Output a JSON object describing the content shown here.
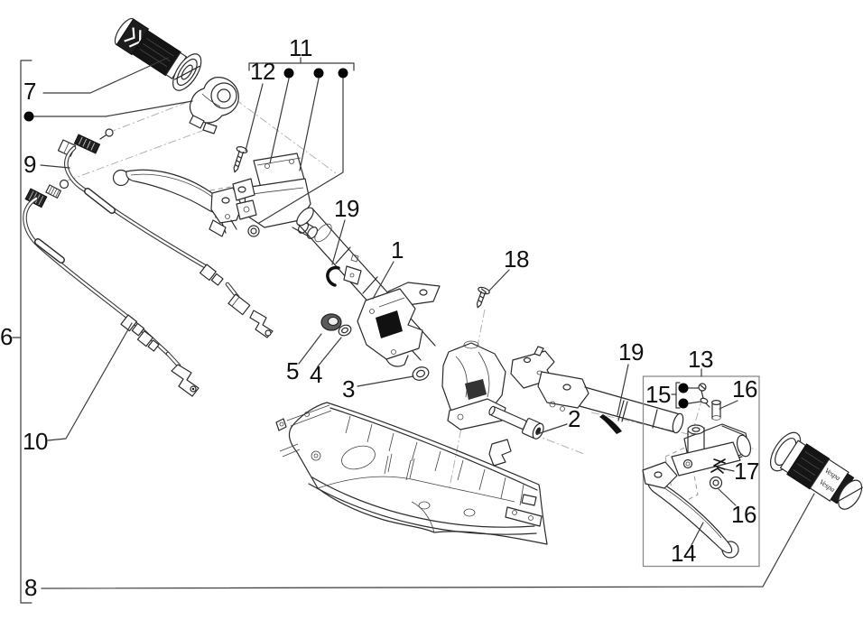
{
  "diagram": {
    "type": "exploded-parts-diagram",
    "subject": "handlebar-assembly",
    "background": "#ffffff",
    "line_color": "#2b2b2b",
    "box_color": "#8a8a8a",
    "grip_brand": "Vespa",
    "callouts": [
      {
        "id": "c1",
        "label": "1"
      },
      {
        "id": "c2",
        "label": "2"
      },
      {
        "id": "c3",
        "label": "3"
      },
      {
        "id": "c4",
        "label": "4"
      },
      {
        "id": "c5",
        "label": "5"
      },
      {
        "id": "c6",
        "label": "6"
      },
      {
        "id": "c7",
        "label": "7"
      },
      {
        "id": "c8",
        "label": "8"
      },
      {
        "id": "c9",
        "label": "9"
      },
      {
        "id": "c10",
        "label": "10"
      },
      {
        "id": "c11",
        "label": "11"
      },
      {
        "id": "c12",
        "label": "12"
      },
      {
        "id": "c13",
        "label": "13"
      },
      {
        "id": "c14",
        "label": "14"
      },
      {
        "id": "c15",
        "label": "15"
      },
      {
        "id": "c16a",
        "label": "16"
      },
      {
        "id": "c16b",
        "label": "16"
      },
      {
        "id": "c17",
        "label": "17"
      },
      {
        "id": "c18",
        "label": "18"
      },
      {
        "id": "c19a",
        "label": "19"
      },
      {
        "id": "c19b",
        "label": "19"
      }
    ]
  }
}
